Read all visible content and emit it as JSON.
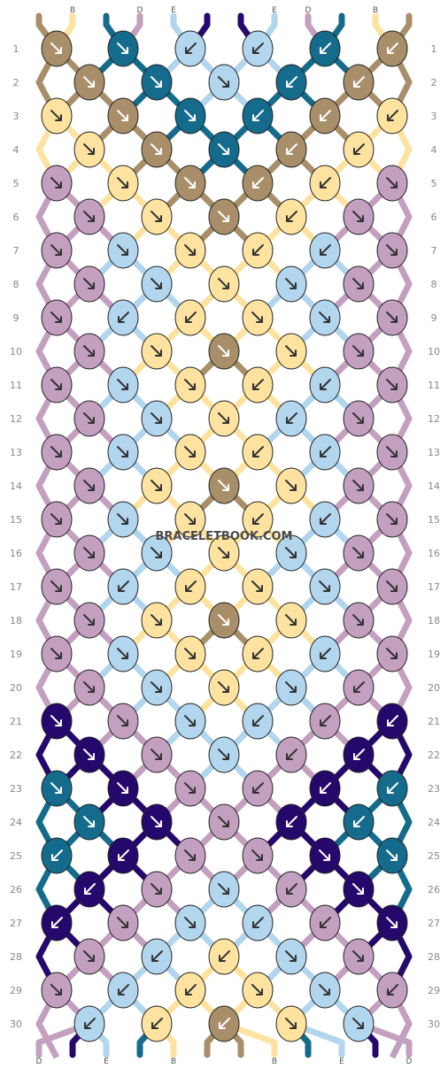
{
  "watermark": "BRACELETBOOK.COM",
  "palette": {
    "A": "#a88f6a",
    "B": "#fde39f",
    "C": "#156b8c",
    "D": "#c3a0bf",
    "E": "#b2d6ee",
    "F": "#25086c"
  },
  "strings_top": [
    "A",
    "B",
    "C",
    "D",
    "E",
    "F",
    "F",
    "E",
    "D",
    "C",
    "B",
    "A"
  ],
  "strings_bottom": [
    "D",
    "F",
    "E",
    "C",
    "B",
    "A",
    "A",
    "B",
    "C",
    "E",
    "F",
    "D"
  ],
  "row_numbers": [
    "1",
    "2",
    "3",
    "4",
    "5",
    "6",
    "7",
    "8",
    "9",
    "10",
    "11",
    "12",
    "13",
    "14",
    "15",
    "16",
    "17",
    "18",
    "19",
    "20",
    "21",
    "22",
    "23",
    "24",
    "25",
    "26",
    "27",
    "28",
    "29",
    "30"
  ],
  "knots": [
    [
      [
        "A",
        "fwd"
      ],
      [
        "C",
        "fwd"
      ],
      [
        "E",
        "bwd"
      ],
      [
        "E",
        "bwd"
      ],
      [
        "C",
        "bwd"
      ],
      [
        "A",
        "bwd"
      ]
    ],
    [
      [
        "A",
        "fwd"
      ],
      [
        "C",
        "fwd"
      ],
      [
        "E",
        "fwd"
      ],
      [
        "C",
        "bwd"
      ],
      [
        "A",
        "bwd"
      ]
    ],
    [
      [
        "B",
        "fwd"
      ],
      [
        "A",
        "fwd"
      ],
      [
        "C",
        "fwd"
      ],
      [
        "C",
        "bwd"
      ],
      [
        "A",
        "bwd"
      ],
      [
        "B",
        "bwd"
      ]
    ],
    [
      [
        "B",
        "fwd"
      ],
      [
        "A",
        "fwd"
      ],
      [
        "C",
        "fwd"
      ],
      [
        "A",
        "bwd"
      ],
      [
        "B",
        "bwd"
      ]
    ],
    [
      [
        "D",
        "fwd"
      ],
      [
        "B",
        "fwd"
      ],
      [
        "A",
        "fwd"
      ],
      [
        "A",
        "bwd"
      ],
      [
        "B",
        "bwd"
      ],
      [
        "D",
        "fwd"
      ]
    ],
    [
      [
        "D",
        "fwd"
      ],
      [
        "B",
        "fwd"
      ],
      [
        "A",
        "fwd"
      ],
      [
        "B",
        "bwd"
      ],
      [
        "D",
        "fwd"
      ]
    ],
    [
      [
        "D",
        "fwd"
      ],
      [
        "E",
        "fwd"
      ],
      [
        "B",
        "fwd"
      ],
      [
        "B",
        "bwd"
      ],
      [
        "E",
        "bwd"
      ],
      [
        "D",
        "fwd"
      ]
    ],
    [
      [
        "D",
        "fwd"
      ],
      [
        "E",
        "fwd"
      ],
      [
        "B",
        "fwd"
      ],
      [
        "E",
        "fwd"
      ],
      [
        "D",
        "fwd"
      ]
    ],
    [
      [
        "D",
        "fwd"
      ],
      [
        "E",
        "bwd"
      ],
      [
        "B",
        "bwd"
      ],
      [
        "B",
        "fwd"
      ],
      [
        "E",
        "fwd"
      ],
      [
        "D",
        "fwd"
      ]
    ],
    [
      [
        "D",
        "fwd"
      ],
      [
        "B",
        "fwd"
      ],
      [
        "A",
        "fwd"
      ],
      [
        "B",
        "fwd"
      ],
      [
        "D",
        "fwd"
      ]
    ],
    [
      [
        "D",
        "fwd"
      ],
      [
        "E",
        "fwd"
      ],
      [
        "B",
        "fwd"
      ],
      [
        "B",
        "bwd"
      ],
      [
        "E",
        "bwd"
      ],
      [
        "D",
        "fwd"
      ]
    ],
    [
      [
        "D",
        "fwd"
      ],
      [
        "E",
        "fwd"
      ],
      [
        "B",
        "fwd"
      ],
      [
        "E",
        "bwd"
      ],
      [
        "D",
        "fwd"
      ]
    ],
    [
      [
        "D",
        "fwd"
      ],
      [
        "E",
        "fwd"
      ],
      [
        "B",
        "fwd"
      ],
      [
        "B",
        "bwd"
      ],
      [
        "E",
        "bwd"
      ],
      [
        "D",
        "fwd"
      ]
    ],
    [
      [
        "D",
        "fwd"
      ],
      [
        "B",
        "fwd"
      ],
      [
        "A",
        "fwd"
      ],
      [
        "B",
        "fwd"
      ],
      [
        "D",
        "fwd"
      ]
    ],
    [
      [
        "D",
        "fwd"
      ],
      [
        "E",
        "fwd"
      ],
      [
        "B",
        "fwd"
      ],
      [
        "B",
        "bwd"
      ],
      [
        "E",
        "bwd"
      ],
      [
        "D",
        "fwd"
      ]
    ],
    [
      [
        "D",
        "fwd"
      ],
      [
        "E",
        "fwd"
      ],
      [
        "B",
        "fwd"
      ],
      [
        "E",
        "fwd"
      ],
      [
        "D",
        "fwd"
      ]
    ],
    [
      [
        "D",
        "fwd"
      ],
      [
        "E",
        "bwd"
      ],
      [
        "B",
        "bwd"
      ],
      [
        "B",
        "fwd"
      ],
      [
        "E",
        "fwd"
      ],
      [
        "D",
        "fwd"
      ]
    ],
    [
      [
        "D",
        "fwd"
      ],
      [
        "B",
        "fwd"
      ],
      [
        "A",
        "fwd"
      ],
      [
        "B",
        "fwd"
      ],
      [
        "D",
        "fwd"
      ]
    ],
    [
      [
        "D",
        "fwd"
      ],
      [
        "E",
        "fwd"
      ],
      [
        "B",
        "fwd"
      ],
      [
        "B",
        "bwd"
      ],
      [
        "E",
        "bwd"
      ],
      [
        "D",
        "fwd"
      ]
    ],
    [
      [
        "D",
        "fwd"
      ],
      [
        "E",
        "fwd"
      ],
      [
        "B",
        "fwd"
      ],
      [
        "E",
        "fwd"
      ],
      [
        "D",
        "bwd"
      ]
    ],
    [
      [
        "F",
        "fwd"
      ],
      [
        "D",
        "fwd"
      ],
      [
        "E",
        "fwd"
      ],
      [
        "E",
        "bwd"
      ],
      [
        "D",
        "bwd"
      ],
      [
        "F",
        "bwd"
      ]
    ],
    [
      [
        "F",
        "fwd"
      ],
      [
        "D",
        "fwd"
      ],
      [
        "E",
        "fwd"
      ],
      [
        "D",
        "bwd"
      ],
      [
        "F",
        "bwd"
      ]
    ],
    [
      [
        "C",
        "fwd"
      ],
      [
        "F",
        "fwd"
      ],
      [
        "D",
        "fwd"
      ],
      [
        "D",
        "bwd"
      ],
      [
        "F",
        "bwd"
      ],
      [
        "C",
        "bwd"
      ]
    ],
    [
      [
        "C",
        "fwd"
      ],
      [
        "F",
        "fwd"
      ],
      [
        "D",
        "fwd"
      ],
      [
        "F",
        "bwd"
      ],
      [
        "C",
        "bwd"
      ]
    ],
    [
      [
        "C",
        "bwd"
      ],
      [
        "F",
        "bwd"
      ],
      [
        "D",
        "fwd"
      ],
      [
        "D",
        "fwd"
      ],
      [
        "F",
        "fwd"
      ],
      [
        "C",
        "fwd"
      ]
    ],
    [
      [
        "F",
        "bwd"
      ],
      [
        "D",
        "fwd"
      ],
      [
        "E",
        "fwd"
      ],
      [
        "D",
        "bwd"
      ],
      [
        "F",
        "fwd"
      ]
    ],
    [
      [
        "F",
        "bwd"
      ],
      [
        "D",
        "fwd"
      ],
      [
        "E",
        "fwd"
      ],
      [
        "E",
        "bwd"
      ],
      [
        "D",
        "bwd"
      ],
      [
        "F",
        "fwd"
      ]
    ],
    [
      [
        "D",
        "fwd"
      ],
      [
        "E",
        "bwd"
      ],
      [
        "B",
        "bwd"
      ],
      [
        "E",
        "fwd"
      ],
      [
        "D",
        "fwd"
      ]
    ],
    [
      [
        "D",
        "fwd"
      ],
      [
        "E",
        "bwd"
      ],
      [
        "B",
        "bwd"
      ],
      [
        "B",
        "fwd"
      ],
      [
        "E",
        "fwd"
      ],
      [
        "D",
        "bwd"
      ]
    ],
    [
      [
        "E",
        "bwd"
      ],
      [
        "B",
        "bwd"
      ],
      [
        "A",
        "bwd"
      ],
      [
        "B",
        "fwd"
      ],
      [
        "E",
        "fwd"
      ]
    ]
  ]
}
